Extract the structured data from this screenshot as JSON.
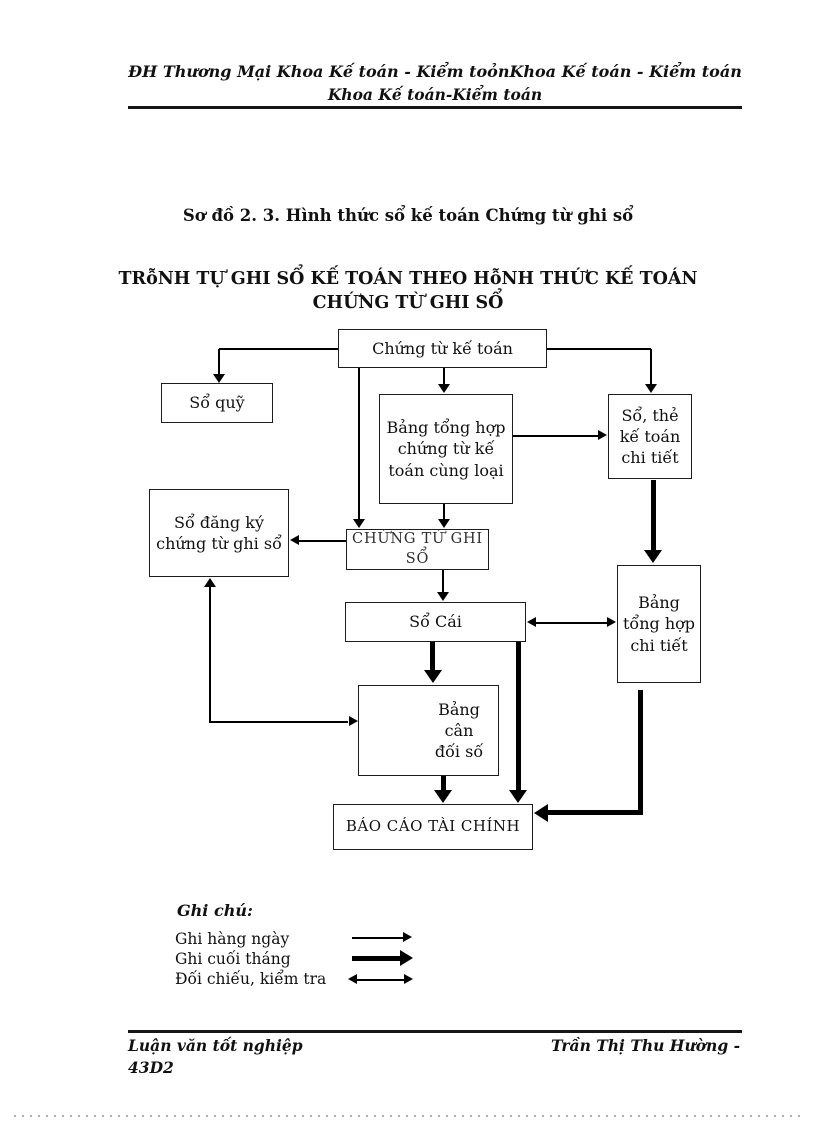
{
  "page": {
    "header": {
      "line1": "ĐH  Thương  Mại Khoa  Kế toán - Kiểm toỏnKhoa  Kế toán - Kiểm toán",
      "line2": "Khoa  Kế toán-Kiểm toán"
    },
    "caption": "Sơ đồ 2. 3. Hình  thức  sổ kế toán Chứng  từ ghi sổ",
    "heading": {
      "line1": "TRỗNH TỰ GHI SỔ KẾ TOÁN THEO HỗNH THỨC KẾ TOÁN",
      "line2": "CHỨNG TỪ GHI SỔ"
    },
    "footer": {
      "left_line1": "Luận  văn  tốt nghiệp",
      "left_line2": "43D2",
      "right": "Trần  Thị  Thu  Hường  -"
    }
  },
  "diagram": {
    "nodes": [
      {
        "id": "chung-tu-ke-toan",
        "label": "Chứng từ kế toán"
      },
      {
        "id": "so-quy",
        "label": "Sổ quỹ"
      },
      {
        "id": "bang-tong-hop-chung-tu",
        "label": "Bảng tổng hợp chứng từ kế toán cùng loại"
      },
      {
        "id": "so-the-ke-toan-chi-tiet",
        "label": "Sổ, thẻ kế toán chi tiết"
      },
      {
        "id": "so-dang-ky-chung-tu",
        "label": "Sổ đăng ký chứng từ ghi sổ"
      },
      {
        "id": "chung-tu-ghi-so",
        "label": "CHỨNG TỪ GHI SỔ"
      },
      {
        "id": "so-cai",
        "label": "Sổ Cái"
      },
      {
        "id": "bang-tong-hop-chi-tiet",
        "label": "Bảng tổng hợp chi tiết"
      },
      {
        "id": "bang-can-doi-so",
        "label": "Bảng cân đối số"
      },
      {
        "id": "bao-cao-tai-chinh",
        "label": "BÁO CÁO TÀI CHÍNH"
      }
    ],
    "legend": {
      "title": "Ghi chú:",
      "items": [
        {
          "label": "Ghi hàng ngày",
          "arrow": "thin-right"
        },
        {
          "label": "Ghi cuối tháng",
          "arrow": "thick-right"
        },
        {
          "label": "Đối chiếu, kiểm tra",
          "arrow": "thin-double"
        }
      ]
    },
    "line_colors": {
      "stroke": "#000000",
      "page_dots": "#aab0bc"
    }
  }
}
